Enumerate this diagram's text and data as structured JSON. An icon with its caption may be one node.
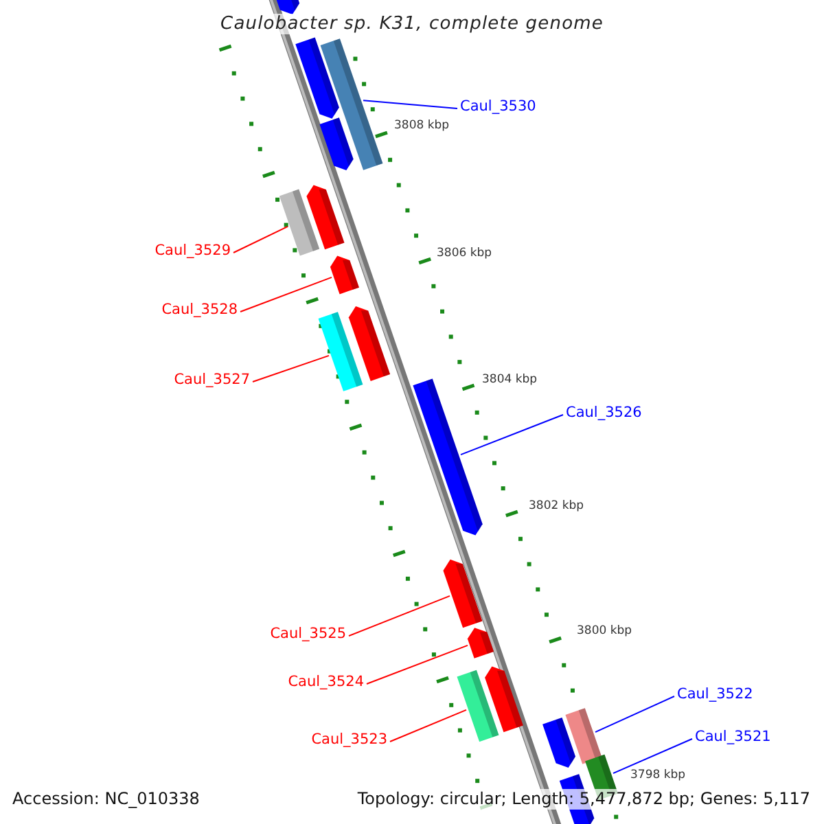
{
  "diagram": {
    "title": "Caulobacter sp. K31, complete genome",
    "nodes": [
      {
        "text": [
          "Caul_3530"
        ]
      },
      {
        "text": [],
        "shape": "bar"
      },
      {
        "text": [
          "Caul_3529"
        ]
      },
      {
        "text": [],
        "shape": "bar"
      },
      {
        "text": [
          "Caul_3528"
        ]
      },
      {
        "text": [],
        "shape": "bar"
      },
      {
        "text": [
          "Caul_3527"
        ]
      },
      {
        "text": [],
        "shape": "bar"
      },
      {
        "text": [
          "Caul_3526"
        ]
      },
      {
        "text": [],
        "shape": "bar"
      },
      {
        "text": [
          "Caul_3525"
        ]
      },
      {
        "text": [],
        "shape": "bar"
      },
      {
        "text": [
          "Caul_3524"
        ]
      },
      {
        "text": [],
        "shape": "bar"
      },
      {
        "text": [
          "Caul_3523"
        ]
      },
      {
        "text": [],
        "shape": "bar"
      },
      {
        "text": [
          "Caul_3522"
        ]
      },
      {
        "text": [],
        "shape": "bar"
      },
      {
        "text": [
          "Caul_3521"
        ]
      },
      {
        "text": [],
        "shape": "bar"
      }
    ],
    "edges": [
      {
        "from": 0,
        "to": 1,
        "arrow": "none",
        "color": "#0000ff"
      },
      {
        "from": 2,
        "to": 3,
        "arrow": "none"
      },
      {
        "from": 4,
        "to": 5,
        "arrow": "none"
      },
      {
        "from": 6,
        "to": 7,
        "arrow": "none"
      },
      {
        "from": 8,
        "to": 9,
        "arrow": "none",
        "color": "#0000ff"
      },
      {
        "from": 10,
        "to": 11,
        "arrow": "none"
      },
      {
        "from": 12,
        "to": 13,
        "arrow": "none"
      },
      {
        "from": 14,
        "to": 15,
        "arrow": "none"
      },
      {
        "from": 16,
        "to": 17,
        "arrow": "none",
        "color": "#0000ff"
      },
      {
        "from": 18,
        "to": 19,
        "arrow": "none",
        "color": "#0000ff"
      }
    ],
    "labels": [
      "3808 kbp",
      "3806 kbp",
      "3804 kbp",
      "3802 kbp",
      "3800 kbp",
      "3798 kbp",
      "Accession: NC_010338",
      "Topology: circular; Length: 5,477,872 bp; Genes: 5,117"
    ]
  }
}
